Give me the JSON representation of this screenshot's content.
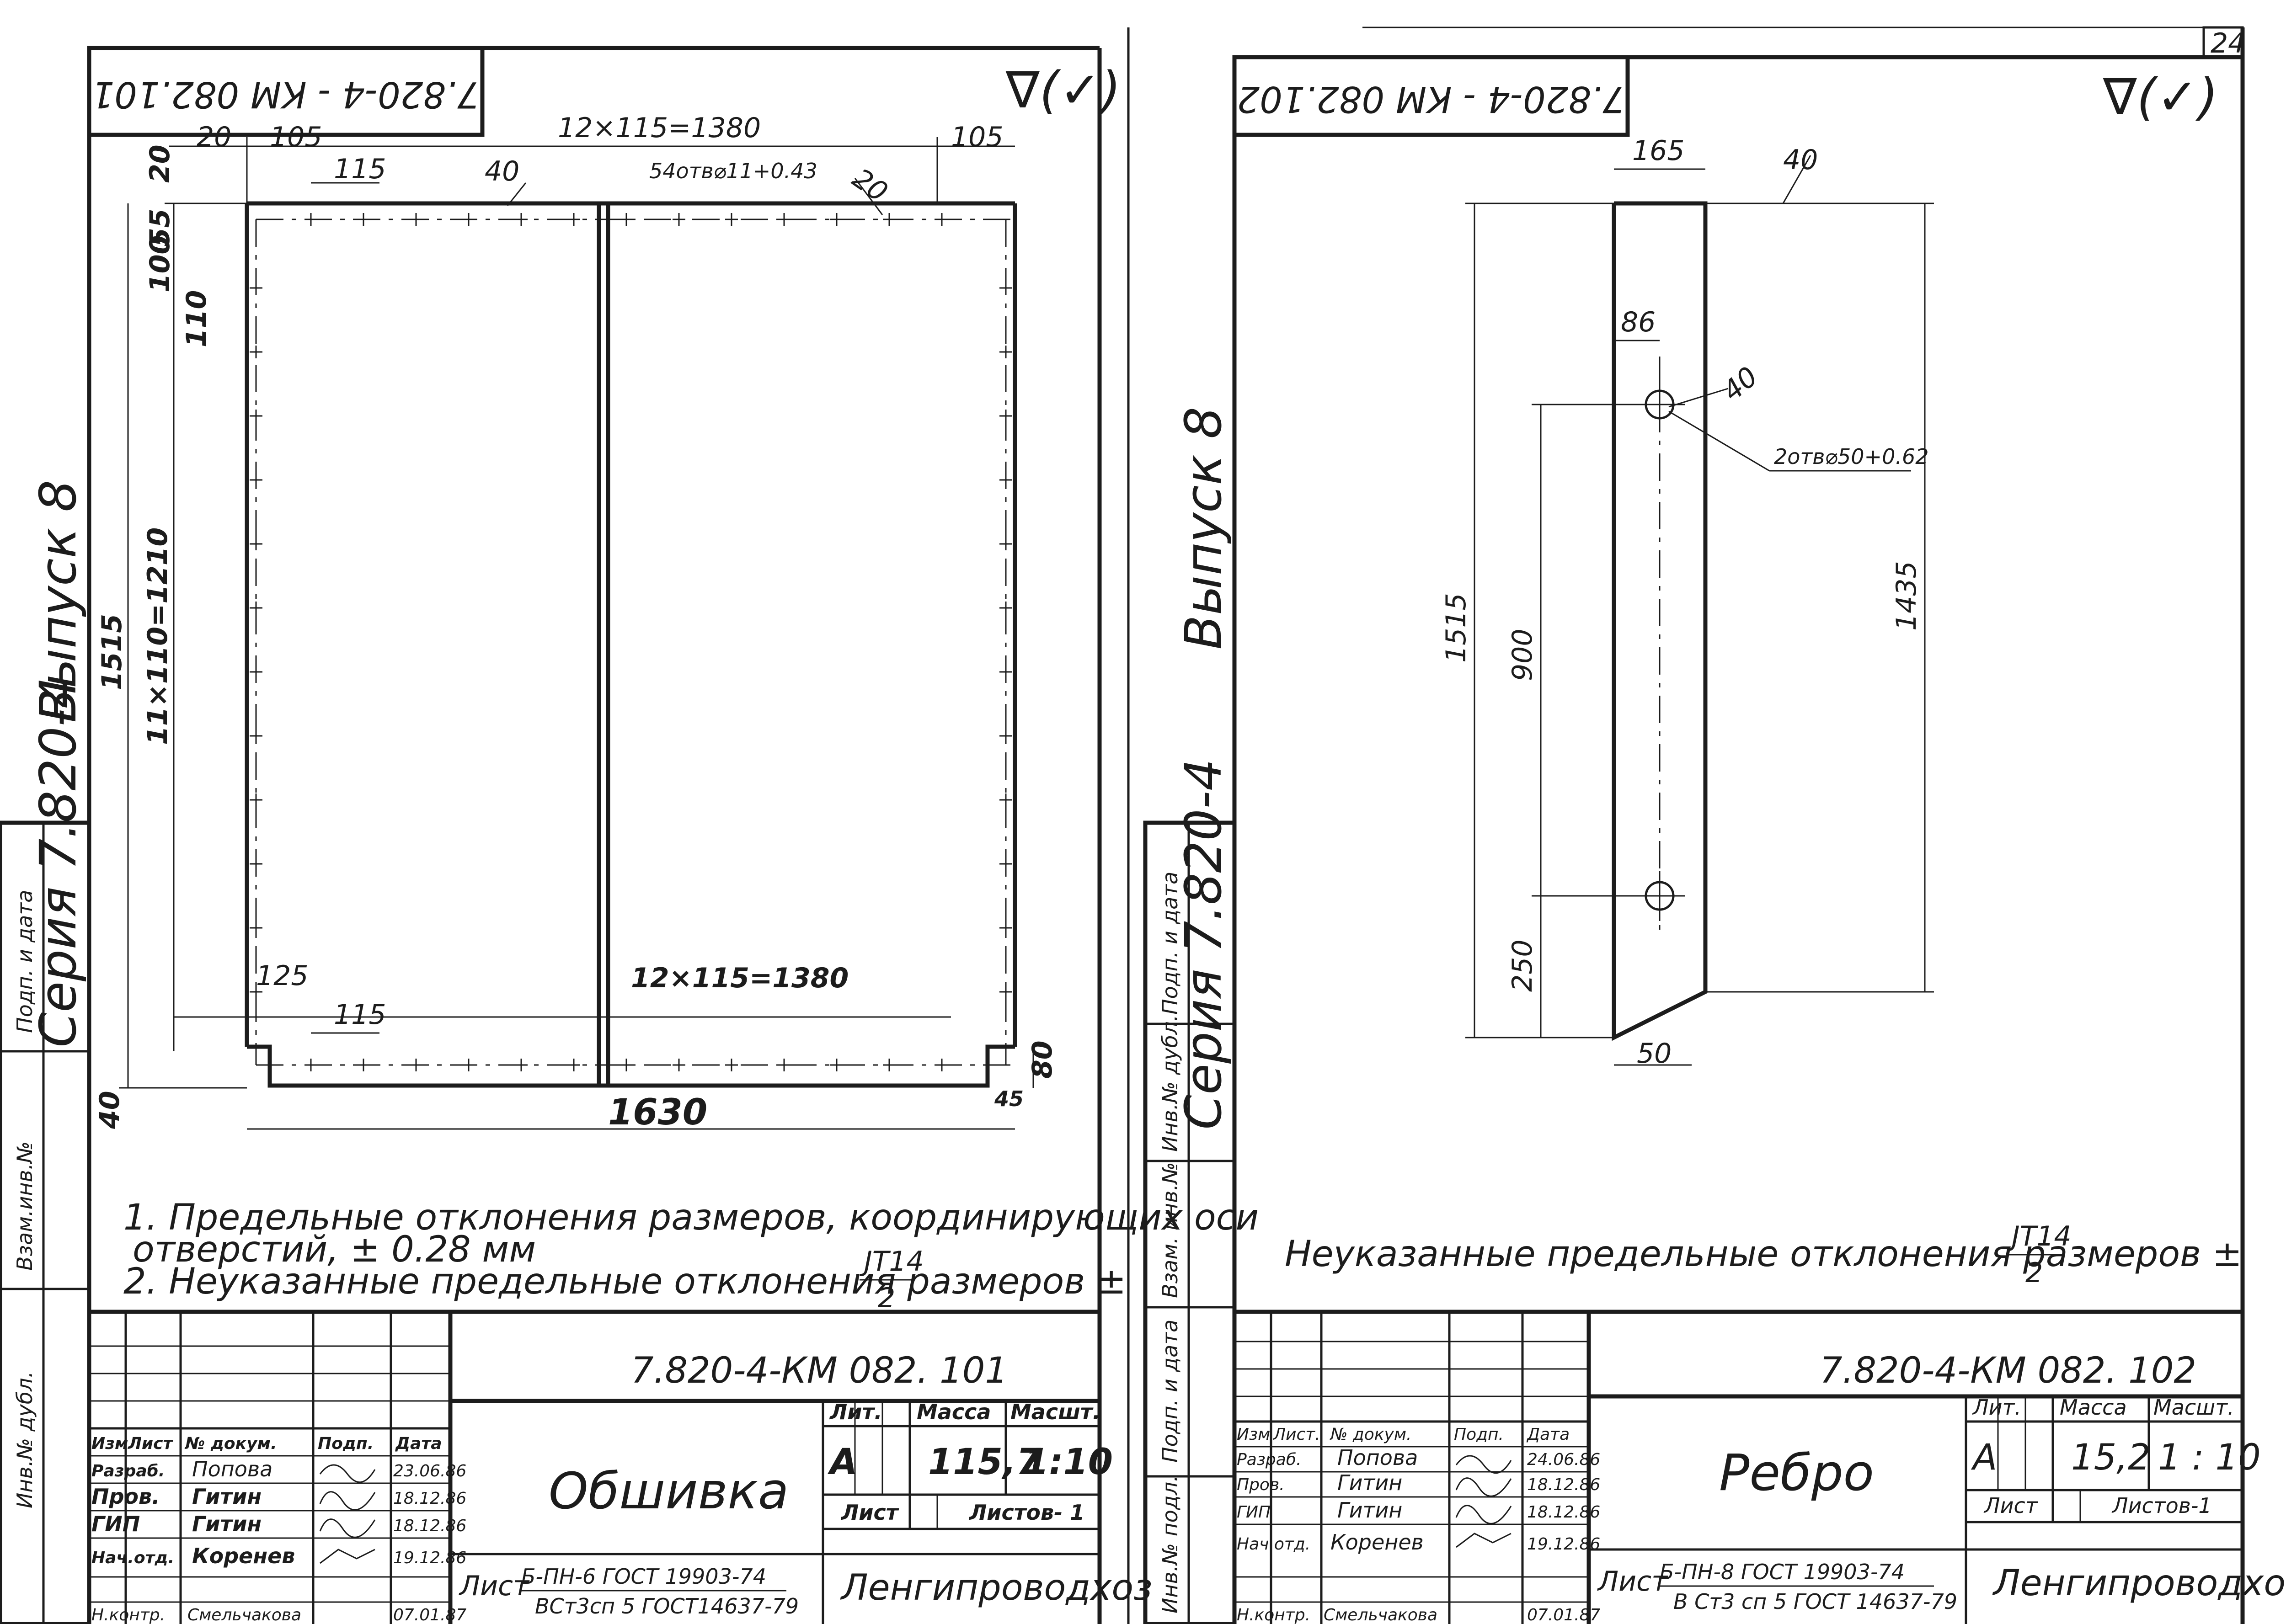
{
  "sheet_number": "24",
  "left_sheet": {
    "top_stamp": "7.820-4 - КМ 082.101",
    "roughness": "∇(✓)",
    "side_series": "Серия 7.820-4",
    "side_issue": "Выпуск 8",
    "dims": {
      "d20_left": "20",
      "d105_left": "105",
      "top_overall": "12×115=1380",
      "d105_right": "105",
      "d115_top": "115",
      "weld_top": "40",
      "holes_callout": "54отв⌀11+0.43",
      "d20_callout": "20",
      "v20": "20",
      "v100": "100",
      "v55": "55",
      "v110": "110",
      "v1515": "1515",
      "v_chain": "11×110=1210",
      "d125": "125",
      "d115_bottom": "115",
      "bottom_chain": "12×115=1380",
      "v80": "80",
      "v45": "45",
      "v40": "40",
      "d1630": "1630"
    },
    "notes": [
      "1. Предельные отклонения размеров, координирующих оси",
      "отверстий, ± 0.28 мм",
      "2. Неуказанные предельные отклонения размеров ±"
    ],
    "note_fraction_top": "JT14",
    "note_fraction_bottom": "2",
    "title_block": {
      "doc_code": "7.820-4-КМ 082. 101",
      "part_name": "Обшивка",
      "lit_header": "Лит.",
      "mass_header": "Масса",
      "scale_header": "Масшт.",
      "lit_value": "A",
      "mass_value": "115,7",
      "scale_value": "1:10",
      "sheet_label": "Лист",
      "sheets_label": "Листов- 1",
      "org": "Ленгипроводхоз",
      "material_prefix": "Лист",
      "material_top": "Б-ПН-6 ГОСТ 19903-74",
      "material_bottom": "ВСт3сп 5 ГОСТ14637-79",
      "col_headers": [
        "Изм",
        "Лист",
        "№ докум.",
        "Подп.",
        "Дата"
      ],
      "rows": [
        {
          "role": "Разраб.",
          "name": "Попова",
          "date": "23.06.86"
        },
        {
          "role": "Пров.",
          "name": "Гитин",
          "date": "18.12.86"
        },
        {
          "role": "ГИП",
          "name": "Гитин",
          "date": "18.12.86"
        },
        {
          "role": "Нач.отд.",
          "name": "Коренев",
          "date": "19.12.86"
        },
        {
          "role": "Н.контр.",
          "name": "Смельчакова",
          "date": "07.01.87"
        }
      ]
    },
    "left_strip_labels": [
      "Подп. и дата",
      "Взам.инв.№",
      "Инв.№ дубл."
    ]
  },
  "right_sheet": {
    "top_stamp": "7.820-4 - КМ 082.102",
    "roughness": "∇(✓)",
    "side_series": "Серия 7.820-4",
    "side_issue": "Выпуск 8",
    "dims": {
      "d165": "165",
      "weld_top": "40",
      "d86": "86",
      "weld_mid": "40",
      "holes_callout": "2отв⌀50+0.62",
      "v1515": "1515",
      "v900": "900",
      "v1435": "1435",
      "v250": "250",
      "d50": "50"
    },
    "note": "Неуказанные предельные отклонения размеров ±",
    "note_fraction_top": "JT14",
    "note_fraction_bottom": "2",
    "title_block": {
      "doc_code": "7.820-4-КМ 082. 102",
      "part_name": "Ребро",
      "lit_header": "Лит.",
      "mass_header": "Масса",
      "scale_header": "Масшт.",
      "lit_value": "A",
      "mass_value": "15,2",
      "scale_value": "1 : 10",
      "sheet_label": "Лист",
      "sheets_label": "Листов-1",
      "org": "Ленгипроводхоз",
      "material_prefix": "Лист",
      "material_top": "Б-ПН-8 ГОСТ 19903-74",
      "material_bottom": "В Ст3 сп 5 ГОСТ 14637-79",
      "col_headers": [
        "Изм",
        "Лист.",
        "№ докум.",
        "Подп.",
        "Дата"
      ],
      "rows": [
        {
          "role": "Разраб.",
          "name": "Попова",
          "date": "24.06.86"
        },
        {
          "role": "Пров.",
          "name": "Гитин",
          "date": "18.12.86"
        },
        {
          "role": "ГИП",
          "name": "Гитин",
          "date": "18.12.86"
        },
        {
          "role": "Нач.отд.",
          "name": "Коренев",
          "date": "19.12.86"
        },
        {
          "role": "Н.контр.",
          "name": "Смельчакова",
          "date": "07.01.87"
        }
      ]
    },
    "left_strip_labels": [
      "Инв.№ подл.",
      "Подп. и дата",
      "Взам. инв.№",
      "Инв.№ дубл.",
      "Подп. и дата"
    ]
  }
}
